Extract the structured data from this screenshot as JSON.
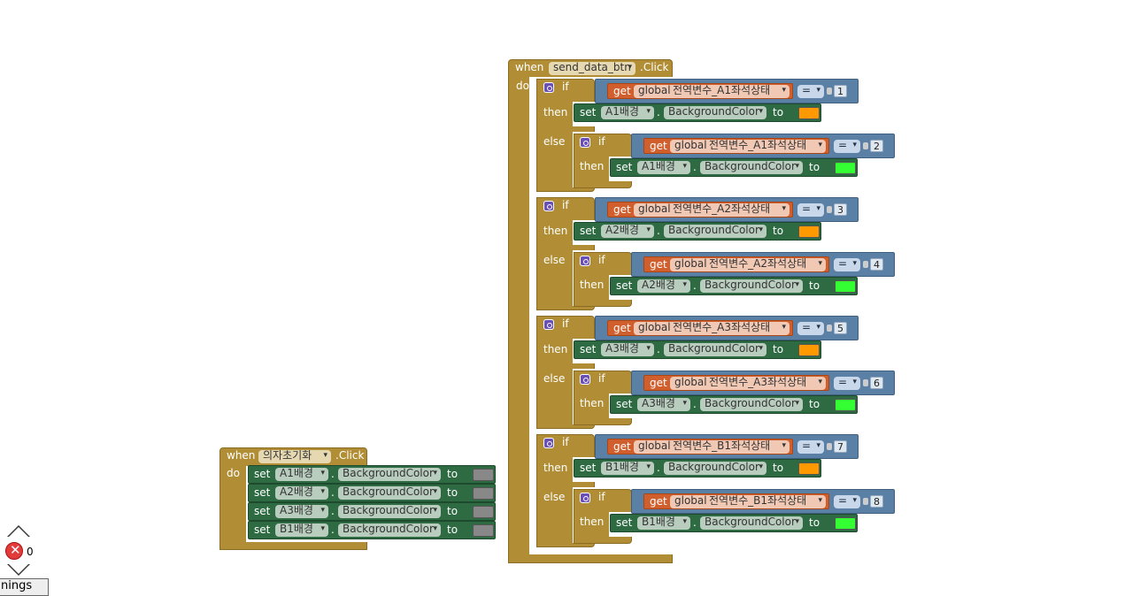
{
  "main_event": {
    "when": "when",
    "component": "send_data_btn",
    "event": ".Click",
    "do": "do"
  },
  "keywords": {
    "if": "if",
    "then": "then",
    "else": "else",
    "get": "get",
    "set": "set",
    "to": "to",
    "global_prefix": "global",
    "eq": "=",
    "prop": "BackgroundColor",
    "dot": "."
  },
  "groups": [
    {
      "var": "전역변수_A1좌석상태",
      "target": "A1배경",
      "v1": "1",
      "v2": "2"
    },
    {
      "var": "전역변수_A2좌석상태",
      "target": "A2배경",
      "v1": "3",
      "v2": "4"
    },
    {
      "var": "전역변수_A3좌석상태",
      "target": "A3배경",
      "v1": "5",
      "v2": "6"
    },
    {
      "var": "전역변수_B1좌석상태",
      "target": "B1배경",
      "v1": "7",
      "v2": "8"
    }
  ],
  "colors": {
    "orange": "#ff9900",
    "green": "#33ff33",
    "gray": "#888888"
  },
  "init_event": {
    "when": "when",
    "component": "의자초기화",
    "event": ".Click",
    "do": "do",
    "targets": [
      "A1배경",
      "A2배경",
      "A3배경",
      "B1배경"
    ]
  },
  "warnings": {
    "error_count": "0",
    "toggle_label": "nings"
  }
}
